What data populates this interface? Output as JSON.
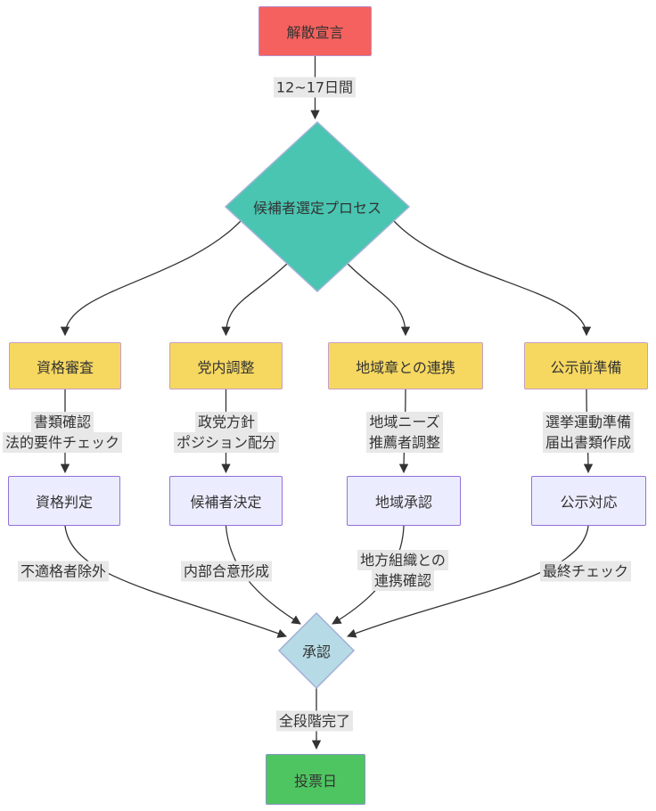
{
  "diagram_type": "flowchart",
  "nodes": {
    "dissolution": "解散宣言",
    "selection_process": "候補者選定プロセス",
    "qualification_review": "資格審査",
    "party_coordination": "党内調整",
    "regional_liaison": "地域章との連携",
    "pre_announcement_prep": "公示前準備",
    "qualification_decision": "資格判定",
    "candidate_decision": "候補者決定",
    "regional_approval": "地域承認",
    "announcement_handling": "公示対応",
    "approval": "承認",
    "voting_day": "投票日"
  },
  "edge_labels": {
    "duration": "12~17日間",
    "qualification_line1": "書類確認",
    "qualification_line2": "法的要件チェック",
    "party_line1": "政党方針",
    "party_line2": "ポジション配分",
    "regional_line1": "地域ニーズ",
    "regional_line2": "推薦者調整",
    "prep_line1": "選挙運動準備",
    "prep_line2": "届出書類作成",
    "exclusion": "不適格者除外",
    "consensus": "内部合意形成",
    "local_org_line1": "地方組織との",
    "local_org_line2": "連携確認",
    "final_check": "最終チェック",
    "all_stages_done": "全段階完了"
  },
  "colors": {
    "dissolution_fill": "#f4615e",
    "selection_fill": "#49c5b1",
    "stage_fill": "#f6d860",
    "decision_fill": "#ececff",
    "approval_fill": "#b6dbe6",
    "voting_fill": "#4fc561",
    "edge_line": "#333333",
    "edge_label_bg": "#e8e8e8",
    "default_border": "#9370db"
  }
}
